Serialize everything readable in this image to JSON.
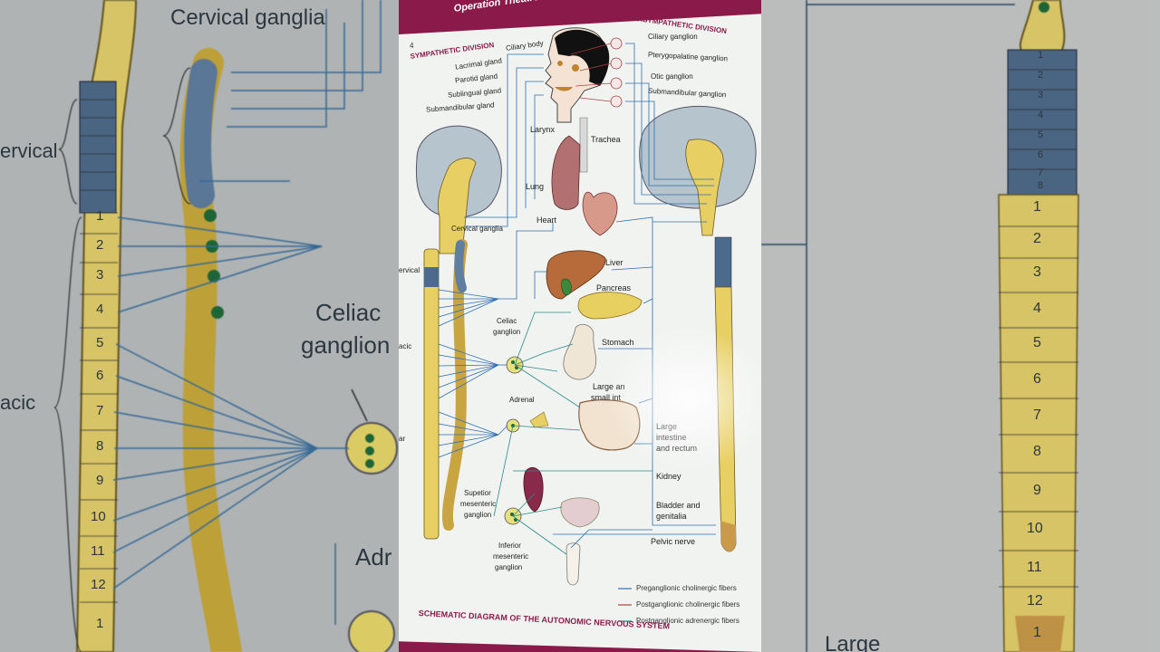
{
  "background_left": {
    "cervical_ganglia": "Cervical ganglia",
    "cervical": "ervical",
    "celiac_line1": "Celiac",
    "celiac_line2": "ganglion",
    "thoracic": "acic",
    "adrenal": "Adr",
    "vertebra_numbers": [
      "1",
      "2",
      "3",
      "4",
      "5",
      "6",
      "7",
      "8",
      "9",
      "10",
      "11",
      "12",
      "1"
    ]
  },
  "background_right": {
    "large": "Large",
    "vertebra_numbers": [
      "1",
      "2",
      "3",
      "4",
      "5",
      "6",
      "7",
      "8",
      "1",
      "2",
      "3",
      "4",
      "5",
      "6",
      "7",
      "8",
      "9",
      "10",
      "11",
      "12",
      "1"
    ]
  },
  "page": {
    "header_title": "Operation Theatre Techniq",
    "page_number": "4",
    "sympathetic_division": "SYMPATHETIC DIVISION",
    "parasympathetic_division": "PARASYMPATHETIC DIVISION",
    "left_labels": {
      "ciliary_body": "Ciliary body",
      "lacrimal_gland": "Lacrimal gland",
      "parotid_gland": "Parotid gland",
      "sublingual_gland": "Sublingual gland",
      "submandibular_gland": "Submandibular gland",
      "larynx": "Larynx",
      "trachea": "Trachea",
      "lung": "Lung",
      "heart": "Heart",
      "cervical_ganglia": "Cervical ganglia",
      "cervical": "ervical",
      "celiac_line1": "Celiac",
      "celiac_line2": "ganglion",
      "adrenal": "Adrenal",
      "superior_mesenteric": [
        "Supetior",
        "mesenteric",
        "ganglion"
      ],
      "inferior_mesenteric": [
        "Inferior",
        "mesenteric",
        "ganglion"
      ],
      "thoracic_a": "acic",
      "lumbar_a": "ar"
    },
    "right_labels": {
      "ciliary_ganglion": "Ciliary ganglion",
      "pterygopalatine_ganglion": "Pterygopalatine ganglion",
      "otic_ganglion": "Otic ganglion",
      "submandibular_ganglion": "Submandibular ganglion",
      "liver": "Liver",
      "pancreas": "Pancreas",
      "stomach": "Stomach",
      "large_small_intestine": [
        "Large an",
        "small int"
      ],
      "large_intestine_rectum": [
        "Large",
        "intestine",
        "and rectum"
      ],
      "kidney": "Kidney",
      "bladder_genitalia": [
        "Bladder and",
        "genitalia"
      ],
      "pelvic_nerve": "Pelvic nerve"
    },
    "legend": [
      {
        "label": "Preganglionic cholinergic fibers",
        "color": "#2d6fb0"
      },
      {
        "label": "Postganglionic cholinergic fibers",
        "color": "#b04040"
      },
      {
        "label": "Postganglionic adrenergic fibers",
        "color": "#2a8a8a"
      }
    ],
    "caption": "SCHEMATIC DIAGRAM OF THE AUTONOMIC NERVOUS SYSTEM"
  },
  "colors": {
    "accent": "#8a1a4a",
    "spine_yellow": "#e8cf63",
    "spine_blue": "#4b6a8c",
    "brain_gray": "#b8c6cf",
    "preganglionic": "#2d6fb0",
    "postganglionic_cholinergic": "#b04040",
    "postganglionic_adrenergic": "#2a8a8a"
  }
}
